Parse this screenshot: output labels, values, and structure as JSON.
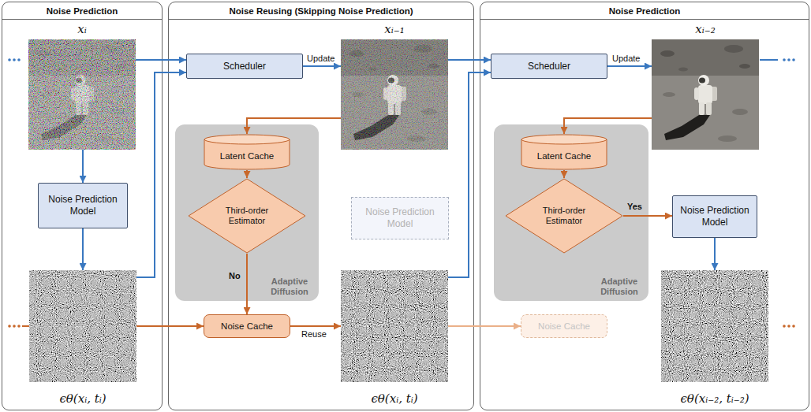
{
  "diagram": {
    "nodes": [
      {
        "text": [
          "Noise Prediction"
        ]
      },
      {
        "text": [
          "xᵢ"
        ],
        "in": 0
      },
      {
        "text": [
          "Noise Prediction Model"
        ],
        "in": 0
      },
      {
        "text": [
          "ϵθ(xᵢ, tᵢ)"
        ],
        "in": 0
      },
      {
        "text": [
          "Noise Reusing (Skipping Noise Prediction)"
        ]
      },
      {
        "text": [
          "Scheduler"
        ],
        "in": 4
      },
      {
        "text": [
          "xᵢ₋₁"
        ],
        "in": 4
      },
      {
        "text": [
          "Adaptive Diffusion"
        ],
        "in": 4
      },
      {
        "text": [
          "Latent Cache"
        ],
        "in": 7
      },
      {
        "text": [
          "Third-order Estimator"
        ],
        "in": 7
      },
      {
        "text": [
          "Noise Prediction Model"
        ],
        "in": 4
      },
      {
        "text": [
          "Noise Cache"
        ],
        "in": 4
      },
      {
        "text": [
          "ϵθ(xᵢ, tᵢ)"
        ],
        "in": 4
      },
      {
        "text": [
          "Noise Prediction"
        ]
      },
      {
        "text": [
          "Scheduler"
        ],
        "in": 13
      },
      {
        "text": [
          "xᵢ₋₂"
        ],
        "in": 13
      },
      {
        "text": [
          "Adaptive Diffusion"
        ],
        "in": 13
      },
      {
        "text": [
          "Latent Cache"
        ],
        "in": 16
      },
      {
        "text": [
          "Third-order Estimator"
        ],
        "in": 16
      },
      {
        "text": [
          "Noise Prediction Model"
        ],
        "in": 13
      },
      {
        "text": [
          "Noise Cache"
        ],
        "in": 13
      },
      {
        "text": [
          "ϵθ(xᵢ₋₂, tᵢ₋₂)"
        ],
        "in": 13
      }
    ],
    "edges": [
      {
        "from": 1,
        "to": 5,
        "arrow": "to"
      },
      {
        "from": 1,
        "to": 2,
        "arrow": "to"
      },
      {
        "from": 2,
        "to": 3,
        "arrow": "to"
      },
      {
        "from": 3,
        "to": 5,
        "arrow": "to"
      },
      {
        "from": 3,
        "to": 11,
        "arrow": "to"
      },
      {
        "from": 5,
        "to": 6,
        "label": "Update",
        "arrow": "to"
      },
      {
        "from": 6,
        "to": 8,
        "arrow": "to"
      },
      {
        "from": 8,
        "to": 9,
        "arrow": "to"
      },
      {
        "from": 9,
        "to": 11,
        "label": "No",
        "arrow": "to"
      },
      {
        "from": 11,
        "to": 12,
        "label": "Reuse",
        "arrow": "to"
      },
      {
        "from": 6,
        "to": 14,
        "arrow": "to"
      },
      {
        "from": 12,
        "to": 14,
        "arrow": "to"
      },
      {
        "from": 12,
        "to": 20,
        "arrow": "to"
      },
      {
        "from": 14,
        "to": 15,
        "label": "Update",
        "arrow": "to"
      },
      {
        "from": 15,
        "to": 17,
        "arrow": "to"
      },
      {
        "from": 17,
        "to": 18,
        "arrow": "to"
      },
      {
        "from": 18,
        "to": 19,
        "label": "Yes",
        "arrow": "to"
      },
      {
        "from": 19,
        "to": 21,
        "arrow": "to"
      }
    ]
  }
}
